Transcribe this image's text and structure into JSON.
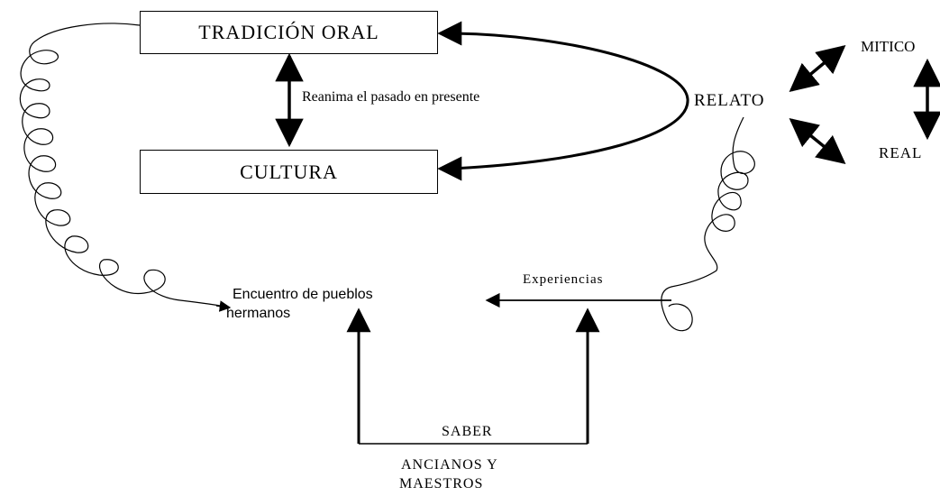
{
  "diagram": {
    "boxes": {
      "tradicion_oral": "TRADICIÓN  ORAL",
      "cultura": "CULTURA"
    },
    "labels": {
      "reanima": "Reanima el pasado en presente",
      "relato": "RELATO",
      "mitico": "MITICO",
      "real": "REAL",
      "encuentro_line1": "Encuentro de pueblos",
      "encuentro_line2": "hermanos",
      "experiencias": "Experiencias",
      "saber": "SABER",
      "ancianos_line1": "ANCIANOS Y",
      "ancianos_line2": "MAESTROS"
    }
  }
}
